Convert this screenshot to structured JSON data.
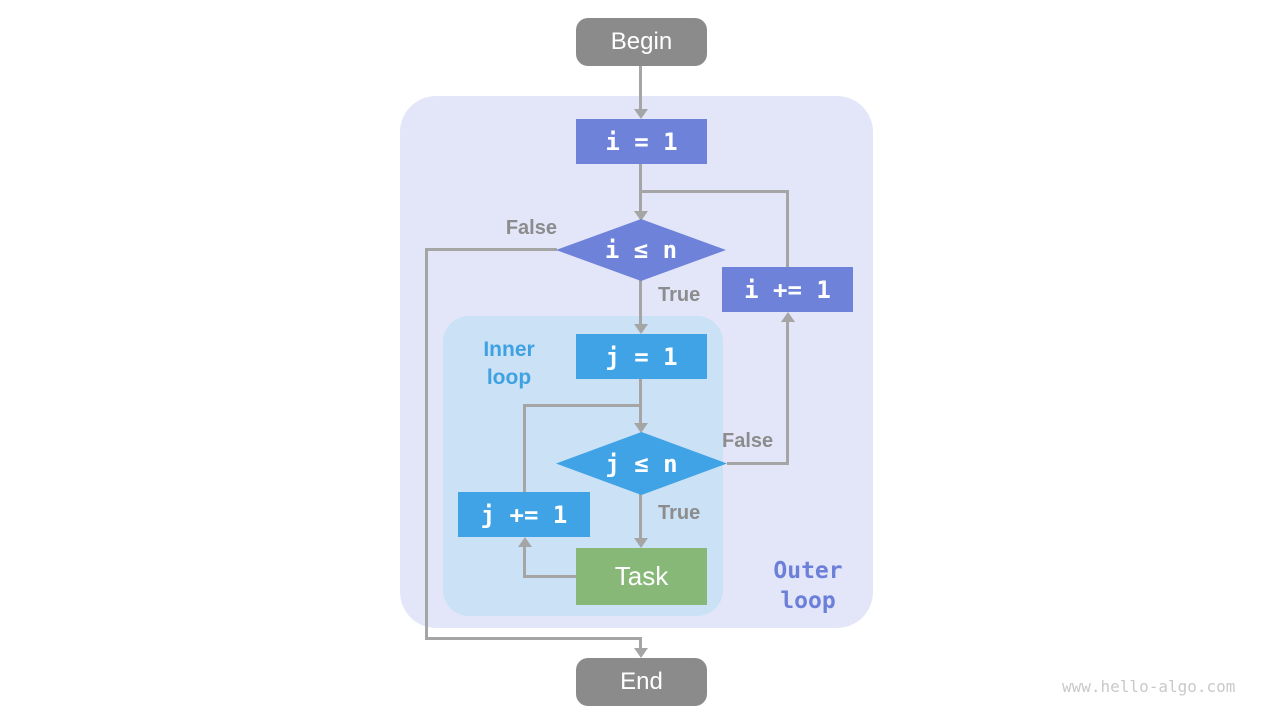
{
  "diagram": {
    "begin_label": "Begin",
    "end_label": "End",
    "task_label": "Task",
    "watermark": "www.hello-algo.com",
    "outer_loop": {
      "label_line1": "Outer",
      "label_line2": "loop",
      "init": "i = 1",
      "condition": "i ≤ n",
      "increment": "i += 1",
      "branch_false": "False",
      "branch_true": "True"
    },
    "inner_loop": {
      "label_line1": "Inner",
      "label_line2": "loop",
      "init": "j = 1",
      "condition": "j ≤ n",
      "increment": "j += 1",
      "branch_false": "False",
      "branch_true": "True"
    }
  },
  "colors": {
    "outer_bg": "#e3e6f8",
    "inner_bg": "#cbe1f5",
    "outer_node": "#6e82da",
    "inner_node": "#3fa3e6",
    "task_node": "#87b878",
    "terminal_node": "#8b8b8b",
    "connector": "#a5a5a5",
    "branch_text": "#8c8c8c",
    "inner_label": "#3ea2e2",
    "outer_label": "#6c80d9",
    "watermark": "#c9c9c9"
  }
}
